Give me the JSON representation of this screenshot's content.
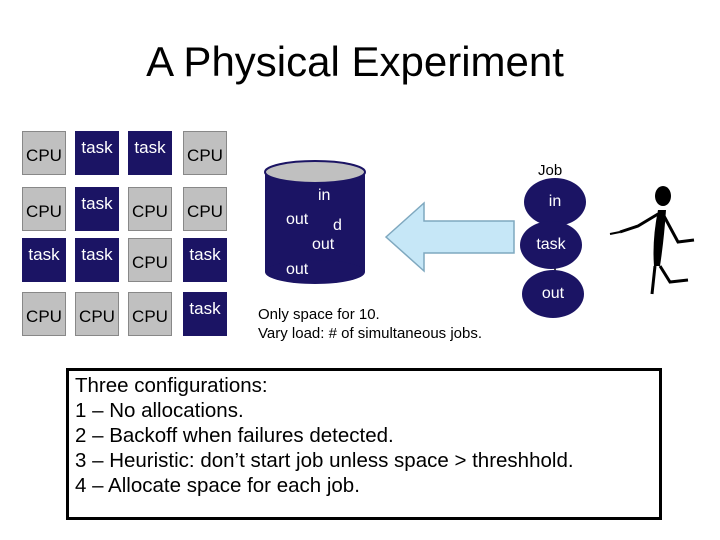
{
  "title": "A Physical Experiment",
  "grid": [
    [
      "CPU",
      "task",
      "task",
      "CPU"
    ],
    [
      "CPU",
      "task",
      "CPU",
      "CPU"
    ],
    [
      "task",
      "task",
      "CPU",
      "task"
    ],
    [
      "CPU",
      "CPU",
      "CPU",
      "task"
    ]
  ],
  "storage": {
    "lines": [
      "in",
      "out",
      "d",
      "out",
      "out"
    ]
  },
  "job": {
    "label": "Job",
    "stages": [
      "in",
      "task",
      "out"
    ]
  },
  "note": [
    "Only space for 10.",
    "Vary load: # of simultaneous jobs."
  ],
  "configurations": {
    "heading": "Three configurations:",
    "items": [
      "1 – No allocations.",
      "2 – Backoff when failures detected.",
      "3 – Heuristic: don’t start job unless space > threshhold.",
      "4 – Allocate space for each job."
    ]
  },
  "colors": {
    "task": "#1b1464",
    "cpu": "#c0c0c0",
    "arrow": "#c6e7f7"
  },
  "icons": {
    "figure": "stick-figure-pointing-icon",
    "arrow": "left-arrow-icon",
    "storage": "disk-cylinder-icon"
  }
}
